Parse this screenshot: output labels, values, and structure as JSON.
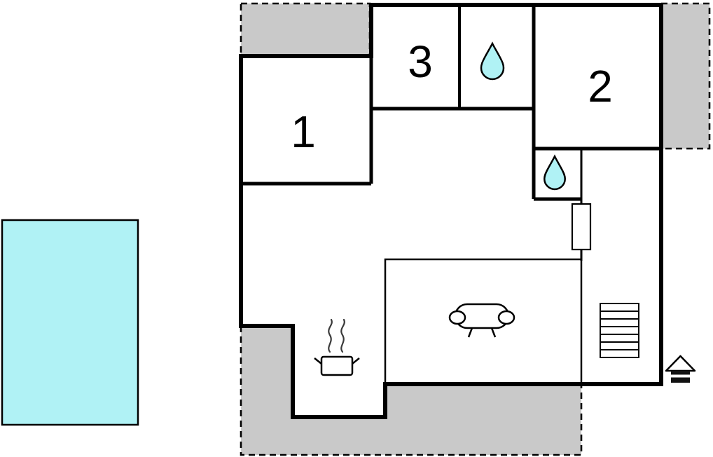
{
  "floorplan": {
    "rooms": [
      {
        "name": "room-1",
        "label": "1"
      },
      {
        "name": "room-2",
        "label": "2"
      },
      {
        "name": "room-3",
        "label": "3"
      }
    ],
    "icons": [
      "water-drop-icon",
      "water-drop-icon",
      "sofa-icon",
      "stove-steam-icon",
      "stairs-icon",
      "house-icon",
      "swimming-pool"
    ],
    "counts": {
      "numbered_rooms": 3,
      "water_drops": 2
    },
    "colors": {
      "water": "#b0f2f5",
      "terrace": "#c9c9c9",
      "wall": "#000000",
      "floor": "#ffffff"
    }
  }
}
